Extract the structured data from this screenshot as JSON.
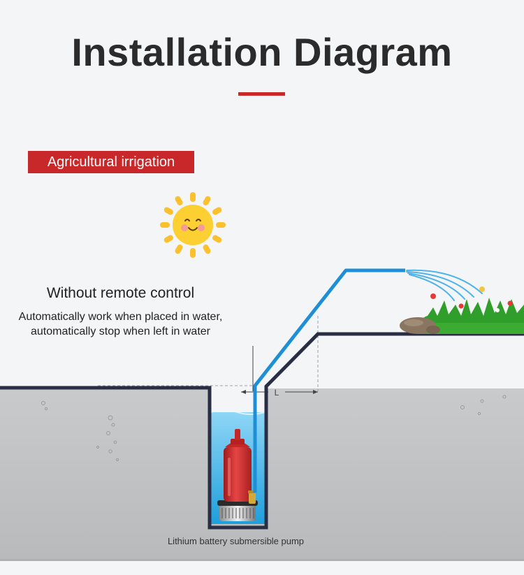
{
  "title": "Installation Diagram",
  "badge_label": "Agricultural irrigation",
  "feature": {
    "heading": "Without remote control",
    "line1": "Automatically work when placed in water,",
    "line2": "automatically stop when left in water"
  },
  "distance_label": "L",
  "pump_label": "Lithium battery submersible pump",
  "colors": {
    "accent": "#c8282a",
    "pipe": "#1e8fd6",
    "outline": "#2a2e45",
    "ground": "#c6c7c9",
    "pump_body": "#d42f2f",
    "sun": "#fbc02d",
    "grass": "#2f9e2a"
  }
}
